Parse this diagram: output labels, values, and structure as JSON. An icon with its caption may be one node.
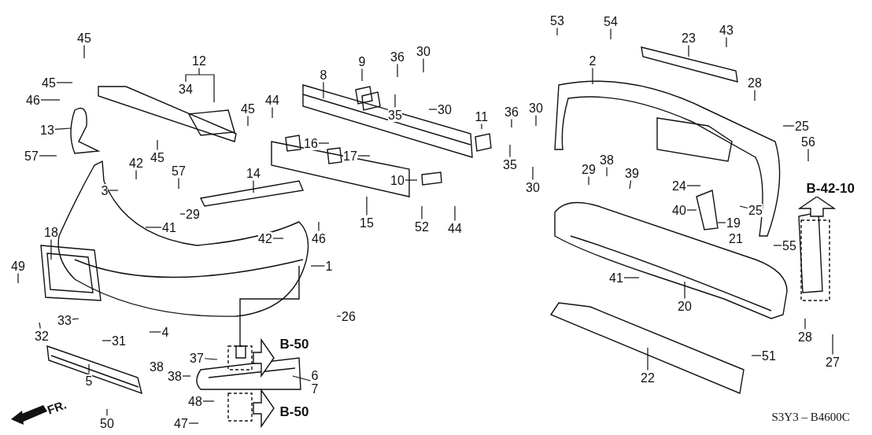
{
  "diagram": {
    "nodes": [
      {
        "text": [
          "45"
        ]
      },
      {
        "text": [
          "12"
        ]
      },
      {
        "text": [
          "45"
        ]
      },
      {
        "text": [
          "46"
        ]
      },
      {
        "text": [
          "45"
        ]
      },
      {
        "text": [
          "13"
        ]
      },
      {
        "text": [
          "57"
        ]
      },
      {
        "text": [
          "45"
        ]
      },
      {
        "text": [
          "42"
        ]
      },
      {
        "text": [
          "3"
        ]
      },
      {
        "text": [
          "57"
        ]
      },
      {
        "text": [
          "14"
        ]
      },
      {
        "text": [
          "29"
        ]
      },
      {
        "text": [
          "41"
        ]
      },
      {
        "text": [
          "44"
        ]
      },
      {
        "text": [
          "8"
        ]
      },
      {
        "text": [
          "9"
        ]
      },
      {
        "text": [
          "36"
        ]
      },
      {
        "text": [
          "30"
        ]
      },
      {
        "text": [
          "35"
        ]
      },
      {
        "text": [
          "30"
        ]
      },
      {
        "text": [
          "16"
        ]
      },
      {
        "text": [
          "17"
        ]
      },
      {
        "text": [
          "10"
        ]
      },
      {
        "text": [
          "15"
        ]
      },
      {
        "text": [
          "52"
        ]
      },
      {
        "text": [
          "44"
        ]
      },
      {
        "text": [
          "11"
        ]
      },
      {
        "text": [
          "36"
        ]
      },
      {
        "text": [
          "30"
        ]
      },
      {
        "text": [
          "35"
        ]
      },
      {
        "text": [
          "30"
        ]
      },
      {
        "text": [
          "53"
        ]
      },
      {
        "text": [
          "54"
        ]
      },
      {
        "text": [
          "23"
        ]
      },
      {
        "text": [
          "43"
        ]
      },
      {
        "text": [
          "2"
        ]
      },
      {
        "text": [
          "28"
        ]
      },
      {
        "text": [
          "25"
        ]
      },
      {
        "text": [
          "56"
        ]
      },
      {
        "text": [
          "29"
        ]
      },
      {
        "text": [
          "38"
        ]
      },
      {
        "text": [
          "39"
        ]
      },
      {
        "text": [
          "24"
        ]
      },
      {
        "text": [
          "40"
        ]
      },
      {
        "text": [
          "25"
        ]
      },
      {
        "text": [
          "19"
        ]
      },
      {
        "text": [
          "55"
        ]
      },
      {
        "text": [
          "18"
        ]
      },
      {
        "text": [
          "49"
        ]
      },
      {
        "text": [
          "42"
        ]
      },
      {
        "text": [
          "46"
        ]
      },
      {
        "text": [
          "1"
        ]
      },
      {
        "text": [
          "41"
        ]
      },
      {
        "text": [
          "20"
        ]
      },
      {
        "text": [
          "26"
        ]
      },
      {
        "text": [
          "33"
        ]
      },
      {
        "text": [
          "32"
        ]
      },
      {
        "text": [
          "4"
        ]
      },
      {
        "text": [
          "31"
        ]
      },
      {
        "text": [
          "37"
        ]
      },
      {
        "text": [
          "38"
        ]
      },
      {
        "text": [
          "6",
          "7"
        ]
      },
      {
        "text": [
          "28"
        ]
      },
      {
        "text": [
          "51"
        ]
      },
      {
        "text": [
          "27"
        ]
      },
      {
        "text": [
          "5"
        ]
      },
      {
        "text": [
          "22"
        ]
      },
      {
        "text": [
          "48"
        ]
      },
      {
        "text": [
          "50"
        ]
      },
      {
        "text": [
          "47"
        ]
      },
      {
        "text": [
          "34"
        ]
      },
      {
        "text": [
          "38"
        ]
      },
      {
        "text": [
          "21"
        ]
      }
    ],
    "edges": [
      {
        "from": 0,
        "to": null,
        "arrow": "none"
      },
      {
        "from": 1,
        "to": null,
        "arrow": "none"
      },
      {
        "from": 2,
        "to": null,
        "arrow": "none"
      },
      {
        "from": 3,
        "to": null,
        "arrow": "none"
      },
      {
        "from": 4,
        "to": null,
        "arrow": "none"
      },
      {
        "from": 5,
        "to": null,
        "arrow": "none"
      },
      {
        "from": 6,
        "to": null,
        "arrow": "none"
      },
      {
        "from": 7,
        "to": null,
        "arrow": "none"
      },
      {
        "from": 8,
        "to": null,
        "arrow": "none"
      },
      {
        "from": 9,
        "to": null,
        "arrow": "none"
      },
      {
        "from": 10,
        "to": null,
        "arrow": "none"
      },
      {
        "from": 11,
        "to": null,
        "arrow": "none"
      },
      {
        "from": 12,
        "to": null,
        "arrow": "none"
      },
      {
        "from": 13,
        "to": null,
        "arrow": "none"
      },
      {
        "from": 14,
        "to": null,
        "arrow": "none"
      },
      {
        "from": 15,
        "to": null,
        "arrow": "none"
      },
      {
        "from": 16,
        "to": null,
        "arrow": "none"
      },
      {
        "from": 17,
        "to": null,
        "arrow": "none"
      },
      {
        "from": 18,
        "to": null,
        "arrow": "none"
      },
      {
        "from": 19,
        "to": null,
        "arrow": "none"
      },
      {
        "from": 20,
        "to": null,
        "arrow": "none"
      },
      {
        "from": 21,
        "to": null,
        "arrow": "none"
      },
      {
        "from": 22,
        "to": null,
        "arrow": "none"
      },
      {
        "from": 23,
        "to": null,
        "arrow": "none"
      },
      {
        "from": 24,
        "to": null,
        "arrow": "none"
      },
      {
        "from": 25,
        "to": null,
        "arrow": "none"
      },
      {
        "from": 26,
        "to": null,
        "arrow": "none"
      },
      {
        "from": 27,
        "to": null,
        "arrow": "none"
      },
      {
        "from": 28,
        "to": null,
        "arrow": "none"
      },
      {
        "from": 29,
        "to": null,
        "arrow": "none"
      },
      {
        "from": 30,
        "to": null,
        "arrow": "none"
      },
      {
        "from": 31,
        "to": null,
        "arrow": "none"
      },
      {
        "from": 32,
        "to": null,
        "arrow": "none"
      },
      {
        "from": 33,
        "to": null,
        "arrow": "none"
      },
      {
        "from": 34,
        "to": null,
        "arrow": "none"
      },
      {
        "from": 35,
        "to": null,
        "arrow": "none"
      },
      {
        "from": 36,
        "to": null,
        "arrow": "none"
      },
      {
        "from": 37,
        "to": null,
        "arrow": "none"
      },
      {
        "from": 38,
        "to": null,
        "arrow": "none"
      },
      {
        "from": 39,
        "to": null,
        "arrow": "none"
      },
      {
        "from": 40,
        "to": null,
        "arrow": "none"
      },
      {
        "from": 41,
        "to": null,
        "arrow": "none"
      },
      {
        "from": 42,
        "to": null,
        "arrow": "none"
      },
      {
        "from": 43,
        "to": null,
        "arrow": "none"
      },
      {
        "from": 44,
        "to": null,
        "arrow": "none"
      },
      {
        "from": 45,
        "to": null,
        "arrow": "none"
      },
      {
        "from": 46,
        "to": null,
        "arrow": "none"
      },
      {
        "from": 47,
        "to": null,
        "arrow": "none"
      },
      {
        "from": 48,
        "to": null,
        "arrow": "none"
      },
      {
        "from": 49,
        "to": null,
        "arrow": "none"
      },
      {
        "from": 50,
        "to": null,
        "arrow": "none"
      },
      {
        "from": 51,
        "to": null,
        "arrow": "none"
      },
      {
        "from": 52,
        "to": null,
        "arrow": "none"
      },
      {
        "from": 53,
        "to": null,
        "arrow": "none"
      },
      {
        "from": 54,
        "to": null,
        "arrow": "none"
      },
      {
        "from": 55,
        "to": null,
        "arrow": "none"
      },
      {
        "from": 56,
        "to": null,
        "arrow": "none"
      },
      {
        "from": 57,
        "to": null,
        "arrow": "none"
      },
      {
        "from": 58,
        "to": null,
        "arrow": "none"
      },
      {
        "from": 59,
        "to": null,
        "arrow": "none"
      },
      {
        "from": 60,
        "to": null,
        "arrow": "none"
      },
      {
        "from": 61,
        "to": null,
        "arrow": "none"
      },
      {
        "from": 62,
        "to": null,
        "arrow": "none"
      },
      {
        "from": 63,
        "to": null,
        "arrow": "none"
      },
      {
        "from": 64,
        "to": null,
        "arrow": "none"
      },
      {
        "from": 65,
        "to": null,
        "arrow": "none"
      },
      {
        "from": 66,
        "to": null,
        "arrow": "none"
      },
      {
        "from": 67,
        "to": null,
        "arrow": "none"
      },
      {
        "from": 68,
        "to": null,
        "arrow": "none"
      },
      {
        "from": 69,
        "to": null,
        "arrow": "none"
      },
      {
        "from": 70,
        "to": null,
        "arrow": "none"
      }
    ],
    "labels": [
      "B-42-10",
      "B-50",
      "B-50",
      "FR.",
      "S3Y3 – B4600C"
    ]
  }
}
